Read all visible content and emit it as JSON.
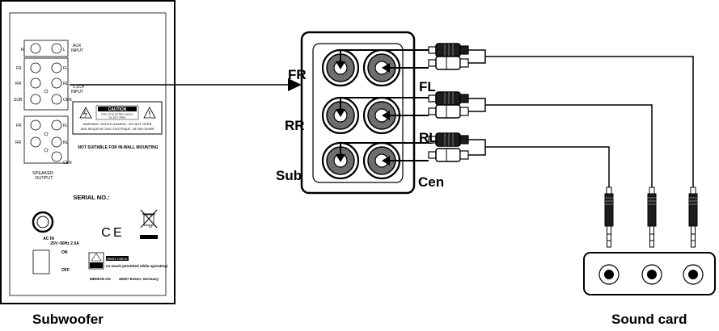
{
  "subwoofer_panel": {
    "jacks": {
      "aux_left": "R",
      "aux_right": "L",
      "aux_label_1": "AUX",
      "aux_label_2": "INPUT",
      "in_fr": "FR",
      "in_fl": "FL",
      "in_rr": "RR",
      "in_rl": "RL",
      "in_sub": "SUB",
      "in_cen": "CEN",
      "input_label_1": "5.1CH",
      "input_label_2": "INPUT",
      "out_fr": "FR",
      "out_fl": "FL",
      "out_rr": "RR",
      "out_rl": "RL",
      "out_cen": "CEN",
      "output_label_1": "SPEAKER",
      "output_label_2": "OUTPUT"
    },
    "caution": {
      "title": "CAUTION",
      "sub1": "RISK OF ELECTRIC SHOCK",
      "sub2": "DO NOT OPEN",
      "warning_en": "WARNING: SHOCK HAZARD - DO NOT OPEN",
      "warning_fr": "AVIS: RISQUE DE CHOC ELECTRIQUE - NE PAS OUVRIR"
    },
    "not_suitable": "NOT SUITABLE FOR IN-WALL MOUNTING",
    "serial": "SERIAL NO.:",
    "ac_in_1": "AC IN",
    "ac_in_2": "25V~50Hz 2.0A",
    "ce": "C E",
    "switch_on": "ON",
    "switch_off": "OFF",
    "warn_label": "Warm notice:",
    "warn_text": "no touch permitted while operating!",
    "manufacturer": "MEDION AG",
    "address": "45307  Essen, Germany"
  },
  "connector_labels": {
    "fr": "FR",
    "fl": "FL",
    "rr": "RR",
    "rl": "RL",
    "sub": "Sub",
    "cen": "Cen"
  },
  "captions": {
    "subwoofer": "Subwoofer",
    "sound_card": "Sound card"
  },
  "colors": {
    "line": "#000000",
    "jack_ring": "#6e6e6e",
    "plug_dark": "#1c1c1c"
  }
}
